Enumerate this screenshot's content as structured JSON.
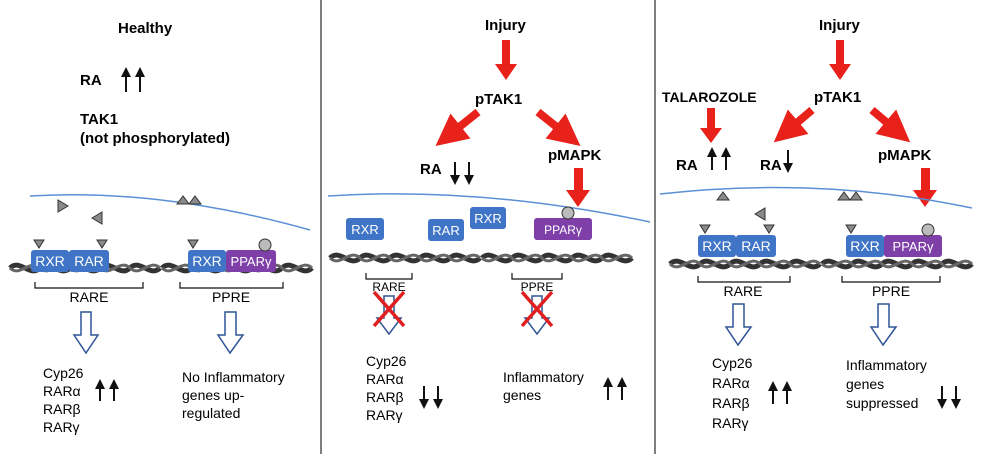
{
  "panels": [
    {
      "title": "Healthy",
      "ra_label": "RA",
      "ra_arrow": "up-up",
      "tak1_label": "TAK1",
      "tak1_note": "(not phosphorylated)",
      "complexes": [
        {
          "boxes": [
            "RXR",
            "RAR"
          ],
          "element": "RARE",
          "blocked": false
        },
        {
          "boxes": [
            "RXR",
            "PPARγ"
          ],
          "element": "PPRE",
          "blocked": false
        }
      ],
      "outcomes": [
        {
          "lines": [
            "Cyp26",
            "RARα",
            "RARβ",
            "RARγ"
          ],
          "arrow": "up-up"
        },
        {
          "lines": [
            "No Inflammatory",
            "genes up-",
            "regulated"
          ],
          "arrow": "none"
        }
      ]
    },
    {
      "title": "Injury",
      "signal": "pTAK1",
      "ra_label": "RA",
      "ra_arrow": "down-down",
      "mapk_label": "pMAPK",
      "complexes": [
        {
          "boxes": [
            "RXR"
          ],
          "element": "",
          "blocked": false
        },
        {
          "boxes": [
            "RAR"
          ],
          "element": "RARE",
          "blocked": true
        },
        {
          "boxes": [
            "RXR"
          ],
          "element": "",
          "blocked": false
        },
        {
          "boxes": [
            "PPARγ"
          ],
          "element": "PPRE",
          "blocked": true
        }
      ],
      "outcomes": [
        {
          "lines": [
            "Cyp26",
            "RARα",
            "RARβ",
            "RARγ"
          ],
          "arrow": "down-down"
        },
        {
          "lines": [
            "Inflammatory",
            "genes"
          ],
          "arrow": "up-up"
        }
      ]
    },
    {
      "title": "Injury",
      "drug": "TALAROZOLE",
      "signal": "pTAK1",
      "ra_label": "RA",
      "ra_arrow": "up-up",
      "ra2_label": "RA",
      "ra2_arrow": "down",
      "mapk_label": "pMAPK",
      "complexes": [
        {
          "boxes": [
            "RXR",
            "RAR"
          ],
          "element": "RARE",
          "blocked": false
        },
        {
          "boxes": [
            "RXR",
            "PPARγ"
          ],
          "element": "PPRE",
          "blocked": false
        }
      ],
      "outcomes": [
        {
          "lines": [
            "Cyp26",
            "RARα",
            "RARβ",
            "RARγ"
          ],
          "arrow": "up-up"
        },
        {
          "lines": [
            "Inflammatory",
            "genes",
            "suppressed"
          ],
          "arrow": "down-down"
        }
      ]
    }
  ],
  "colors": {
    "red_arrow": "#e8221b",
    "rxr_rar_box": "#3f74c6",
    "ppar_box": "#7f3fa9",
    "membrane": "#5b8fd6",
    "dna": "#3a3a3a",
    "ligand": "#8a8a8a",
    "hollow_arrow": "#2f5597",
    "cross": "#e02020"
  }
}
